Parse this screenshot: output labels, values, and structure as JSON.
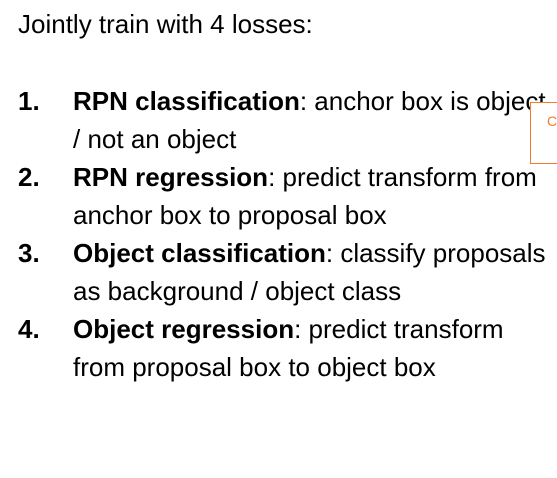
{
  "intro": "Jointly train with 4 losses:",
  "items": [
    {
      "number": "1.",
      "term": "RPN classification",
      "description": ": anchor box is object / not an object"
    },
    {
      "number": "2.",
      "term": "RPN regression",
      "description": ": predict transform from anchor box to proposal box"
    },
    {
      "number": "3.",
      "term": "Object classification",
      "description": ": classify proposals as background / object class"
    },
    {
      "number": "4.",
      "term": "Object regression",
      "description": ": predict transform from proposal box to object box"
    }
  ],
  "side_box": {
    "text": "C",
    "color": "#ED7D31"
  }
}
